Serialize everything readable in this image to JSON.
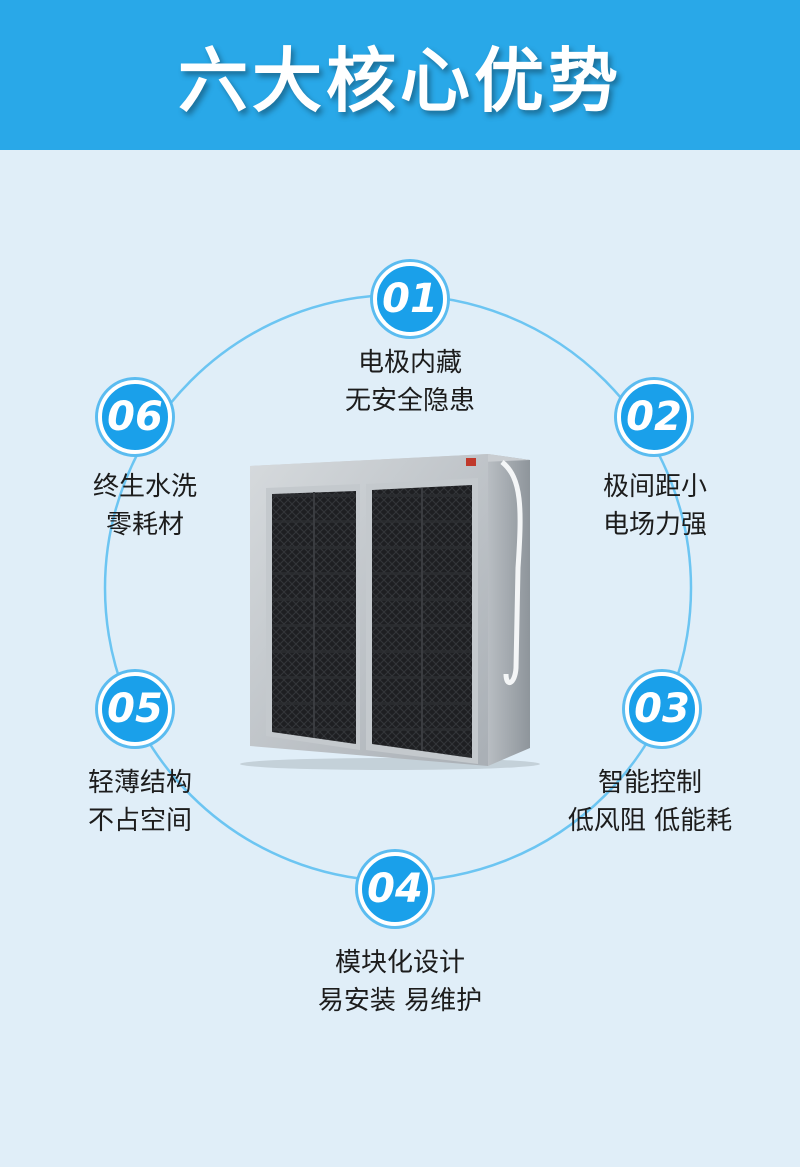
{
  "header": {
    "title": "六大核心优势"
  },
  "features": [
    {
      "number": "01",
      "line1": "电极内藏",
      "line2": "无安全隐患"
    },
    {
      "number": "02",
      "line1": "极间距小",
      "line2": "电场力强"
    },
    {
      "number": "03",
      "line1": "智能控制",
      "line2": "低风阻  低能耗"
    },
    {
      "number": "04",
      "line1": "模块化设计",
      "line2": "易安装 易维护"
    },
    {
      "number": "05",
      "line1": "轻薄结构",
      "line2": "不占空间"
    },
    {
      "number": "06",
      "line1": "终生水洗",
      "line2": "零耗材"
    }
  ],
  "colors": {
    "header_bg": "#29a8e8",
    "page_bg": "#e0eef8",
    "badge": "#1aa0ea",
    "ring": "#6cc5f2"
  }
}
